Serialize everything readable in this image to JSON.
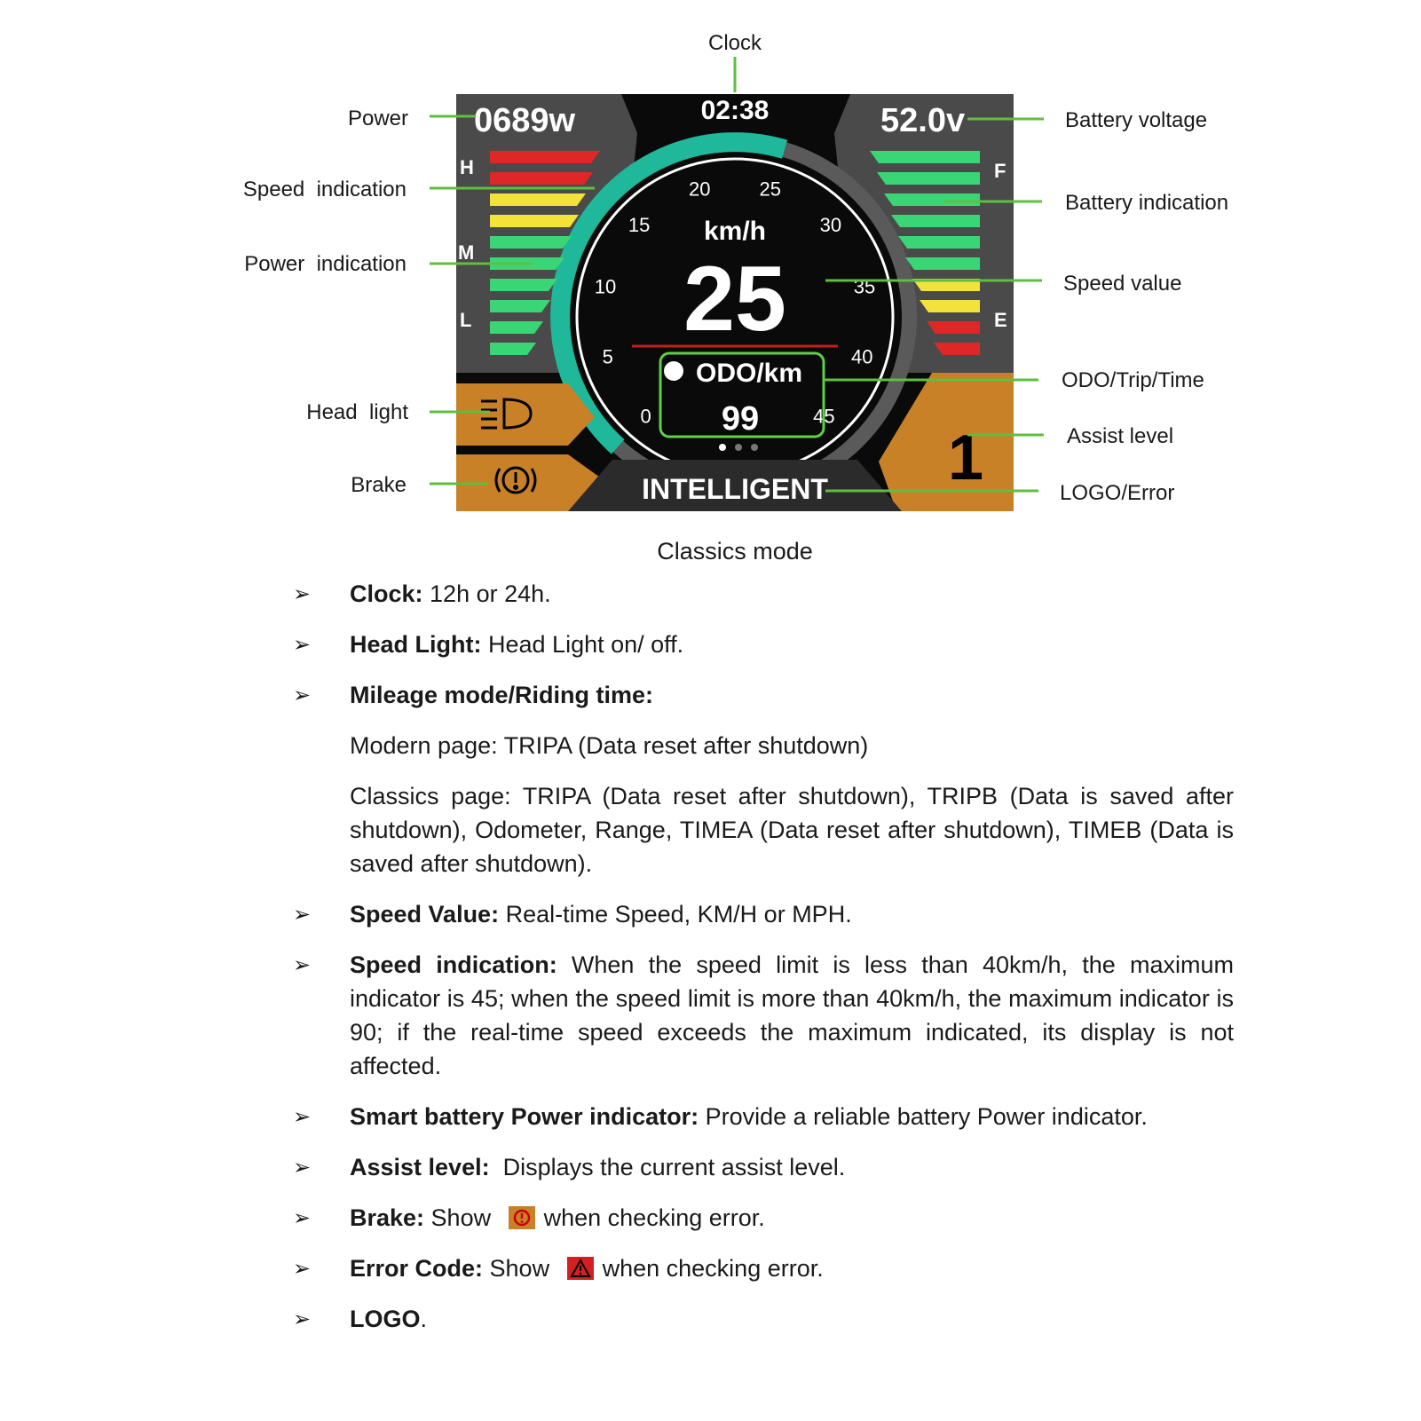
{
  "labels": {
    "clock": "Clock",
    "power": "Power",
    "speed_indication": "Speed  indication",
    "power_indication": "Power  indication",
    "head_light": "Head  light",
    "brake": "Brake",
    "battery_voltage": "Battery voltage",
    "battery_indication": "Battery indication",
    "speed_value": "Speed value",
    "odo_trip_time": "ODO/Trip/Time",
    "assist_level": "Assist level",
    "logo_error": "LOGO/Error"
  },
  "display": {
    "power": "0689w",
    "clock": "02:38",
    "voltage": "52.0v",
    "unit": "km/h",
    "speed": "25",
    "odo_label": "ODO/km",
    "odo_value": "99",
    "assist": "1",
    "logo": "INTELLIGENT",
    "power_marks": [
      "H",
      "M",
      "L"
    ],
    "battery_marks": [
      "F",
      "E"
    ],
    "ticks": [
      "0",
      "5",
      "10",
      "15",
      "20",
      "25",
      "30",
      "35",
      "40",
      "45"
    ],
    "speed_fraction_of_arc": 0.56,
    "colors": {
      "teal": "#1fb89a",
      "green": "#3ad675",
      "yellow": "#f3e23a",
      "red": "#e02727",
      "orange": "#c98128",
      "bezel": "#5a5a5a",
      "leader": "#5fbf3f"
    }
  },
  "caption": "Classics mode",
  "items": [
    {
      "title": "Clock:",
      "text": " 12h or 24h."
    },
    {
      "title": "Head Light:",
      "text": " Head Light on/ off."
    },
    {
      "title": "Mileage mode/Riding time:",
      "text": ""
    },
    {
      "title": "Speed Value:",
      "text": " Real-time Speed, KM/H or MPH."
    },
    {
      "title": "Speed indication:",
      "text": " When the speed limit is less than 40km/h, the maximum indicator is 45; when the speed limit is more than 40km/h, the maximum indicator is 90; if the real-time speed exceeds the maximum indicated, its display is not affected."
    },
    {
      "title": "Smart battery Power indicator:",
      "text": " Provide a reliable battery Power indicator."
    },
    {
      "title": "Assist level:",
      "text": "  Displays the current assist level."
    },
    {
      "title": "Brake:",
      "text_before": " Show",
      "text_after": "when checking error."
    },
    {
      "title": "Error Code:",
      "text_before": " Show",
      "text_after": "when checking error."
    },
    {
      "title": "LOGO",
      "text": "."
    }
  ],
  "mileage": {
    "modern": "Modern page: TRIPA (Data reset after shutdown)",
    "classics": "Classics page: TRIPA (Data reset after shutdown), TRIPB (Data is saved after shutdown), Odometer, Range, TIMEA (Data reset after shutdown), TIMEB (Data is saved after shutdown)."
  }
}
